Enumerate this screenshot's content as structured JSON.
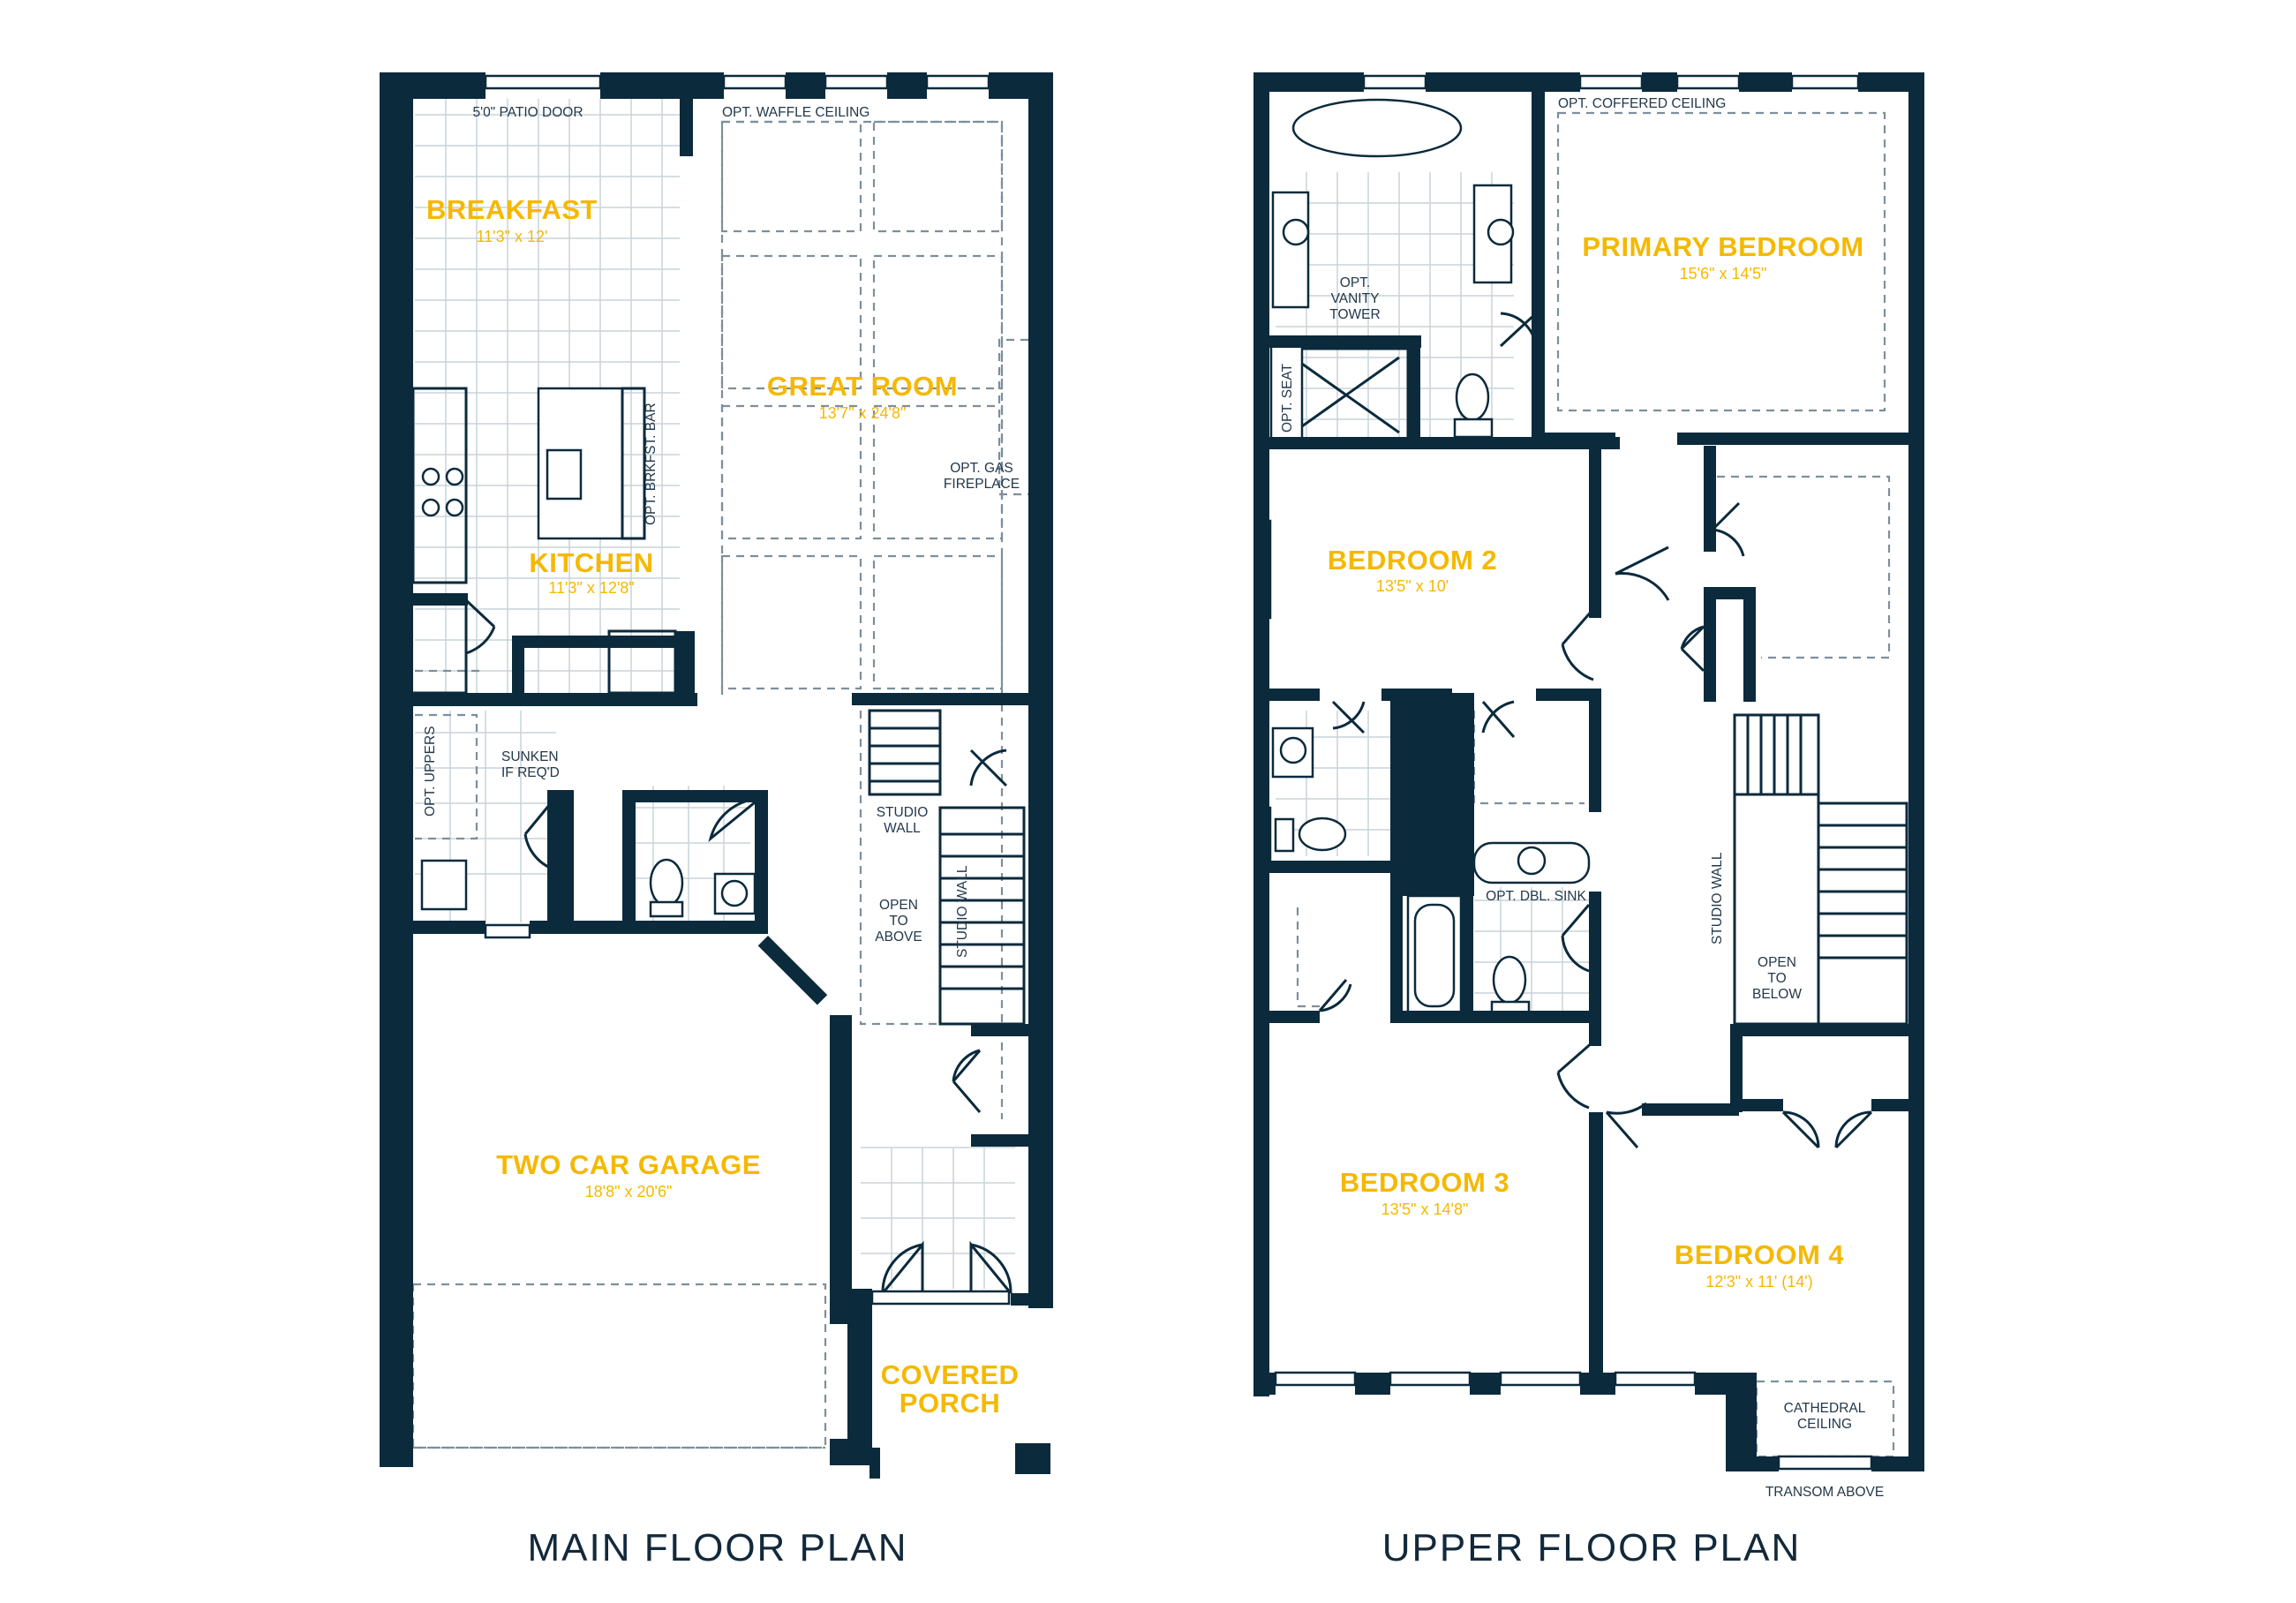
{
  "plans": [
    {
      "title": "MAIN FLOOR PLAN",
      "rooms": [
        {
          "name": "BREAKFAST",
          "dims": "11'3\" x 12'"
        },
        {
          "name": "GREAT ROOM",
          "dims": "13'7\" x 24'8\""
        },
        {
          "name": "KITCHEN",
          "dims": "11'3\" x 12'8\""
        },
        {
          "name": "TWO CAR GARAGE",
          "dims": "18'8\" x 20'6\""
        },
        {
          "name_line1": "COVERED",
          "name_line2": "PORCH"
        }
      ],
      "notes": {
        "patio_door": "5'0\" PATIO DOOR",
        "waffle_ceiling": "OPT. WAFFLE CEILING",
        "brkfst_bar": "OPT. BRKFST. BAR",
        "gas_fireplace_1": "OPT. GAS",
        "gas_fireplace_2": "FIREPLACE",
        "opt_uppers": "OPT. UPPERS",
        "sunken_1": "SUNKEN",
        "sunken_2": "IF REQ'D",
        "studio_wall_top_1": "STUDIO",
        "studio_wall_top_2": "WALL",
        "studio_wall_side": "STUDIO WALL",
        "open_above_1": "OPEN",
        "open_above_2": "TO",
        "open_above_3": "ABOVE"
      }
    },
    {
      "title": "UPPER FLOOR PLAN",
      "rooms": [
        {
          "name": "PRIMARY BEDROOM",
          "dims": "15'6\" x 14'5\""
        },
        {
          "name": "BEDROOM 2",
          "dims": "13'5\" x 10'"
        },
        {
          "name": "BEDROOM 3",
          "dims": "13'5\" x 14'8\""
        },
        {
          "name": "BEDROOM 4",
          "dims": "12'3\" x 11' (14')"
        }
      ],
      "notes": {
        "coffered_ceiling": "OPT. COFFERED CEILING",
        "vanity_tower_1": "OPT.",
        "vanity_tower_2": "VANITY",
        "vanity_tower_3": "TOWER",
        "opt_seat": "OPT. SEAT",
        "dbl_sink": "OPT. DBL. SINK",
        "studio_wall": "STUDIO WALL",
        "open_below_1": "OPEN",
        "open_below_2": "TO",
        "open_below_3": "BELOW",
        "cathedral_1": "CATHEDRAL",
        "cathedral_2": "CEILING",
        "transom": "TRANSOM ABOVE"
      }
    }
  ]
}
